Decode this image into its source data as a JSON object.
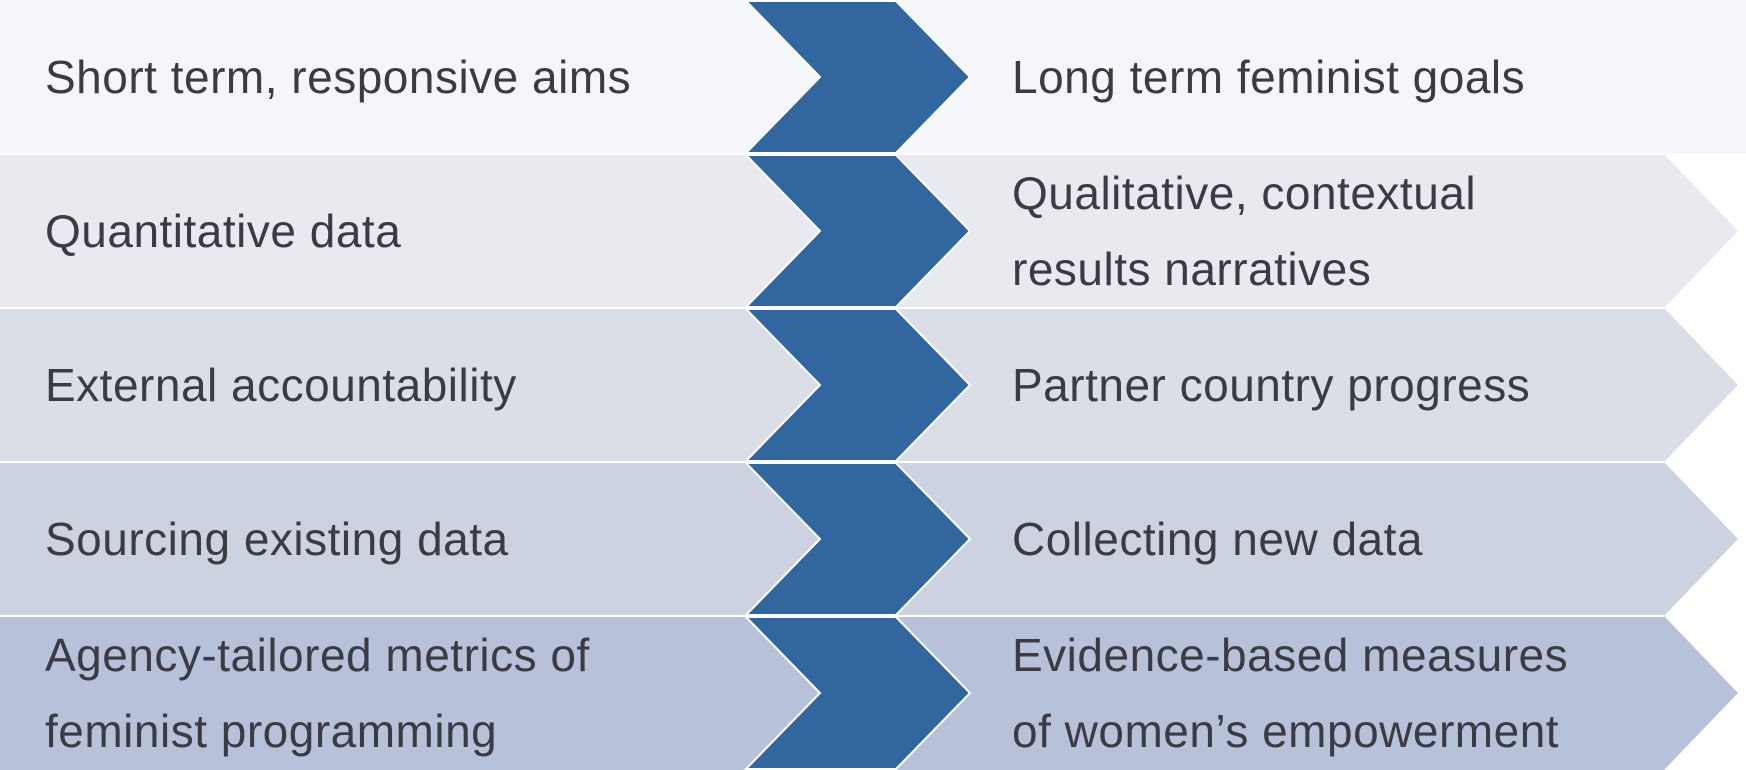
{
  "colors": {
    "chevron": "#31669f",
    "chevron_edge": "#ffffff",
    "text": "#3b3b44",
    "row_backgrounds": [
      "#f4f6fa",
      "#e8eaf0",
      "#dadee7",
      "#ccd2df",
      "#b7c2da"
    ]
  },
  "rows": [
    {
      "left": "Short term, responsive aims",
      "right": "Long term feminist goals"
    },
    {
      "left": "Quantitative data",
      "right": "Qualitative, contextual\nresults narratives"
    },
    {
      "left": "External accountability",
      "right": "Partner country progress"
    },
    {
      "left": "Sourcing existing data",
      "right": "Collecting new data"
    },
    {
      "left": "Agency-tailored metrics of\nfeminist programming",
      "right": "Evidence-based measures\nof women’s empowerment"
    }
  ]
}
